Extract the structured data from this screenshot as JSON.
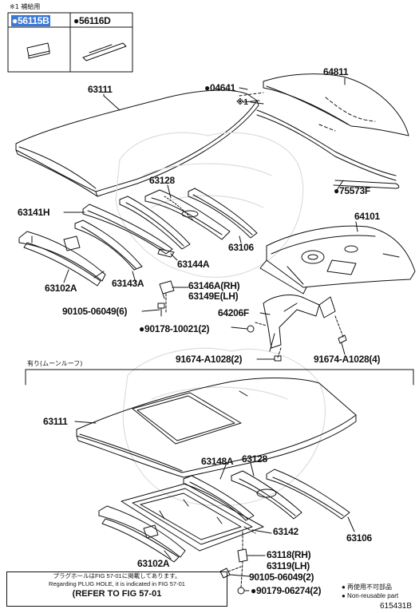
{
  "header": {
    "note": "※1 補給用",
    "part_a": "●56115B",
    "part_b": "●56116D"
  },
  "labels": {
    "p63111_top": "63111",
    "p04641": "●04641",
    "p64811": "64811",
    "mark1": "※1",
    "p75573F": "●75573F",
    "p63128_top": "63128",
    "p63141H": "63141H",
    "p64101": "64101",
    "p63106_top": "63106",
    "p63144A": "63144A",
    "p63102A_top": "63102A",
    "p63143A": "63143A",
    "p63146A": "63146A(RH)",
    "p63149E": "63149E(LH)",
    "p90105_top": "90105-06049(6)",
    "p64206F": "64206F",
    "p90178": "●90178-10021(2)",
    "p91674_left": "91674-A1028(2)",
    "p91674_right": "91674-A1028(4)",
    "p63111_bot": "63111",
    "p63148A": "63148A",
    "p63128_bot": "63128",
    "p63142": "63142",
    "p63102A_bot": "63102A",
    "p63106_bot": "63106",
    "p63118": "63118(RH)",
    "p63119": "63119(LH)",
    "p90105_bot": "90105-06049(2)",
    "p90179": "●90179-06274(2)"
  },
  "section": {
    "moonroof": "有り(ムーンルーフ)"
  },
  "note": {
    "line1": "プラグホールはFIG 57-01に掲載してあります。",
    "line2": "Regarding PLUG HOLE, it is indicated in FIG 57-01",
    "line3": "(REFER TO FIG 57-01"
  },
  "legend": {
    "line1": "● 再使用不可部品",
    "line2": "● Non-reusable part"
  },
  "figure_id": "615431B"
}
